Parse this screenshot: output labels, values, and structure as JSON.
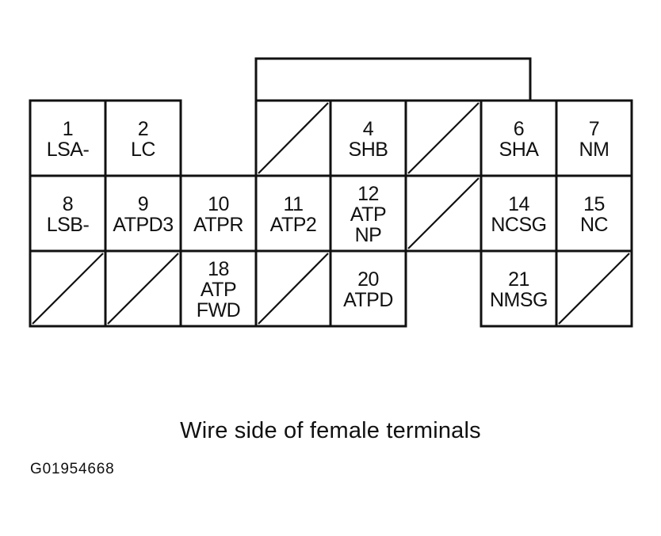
{
  "connector": {
    "cells": [
      {
        "row": 0,
        "col": 0,
        "lines": [
          "1",
          "LSA-"
        ]
      },
      {
        "row": 0,
        "col": 1,
        "lines": [
          "2",
          "LC"
        ]
      },
      {
        "row": 0,
        "col": 3,
        "empty": true
      },
      {
        "row": 0,
        "col": 4,
        "lines": [
          "4",
          "SHB"
        ]
      },
      {
        "row": 0,
        "col": 5,
        "empty": true
      },
      {
        "row": 0,
        "col": 6,
        "lines": [
          "6",
          "SHA"
        ]
      },
      {
        "row": 0,
        "col": 7,
        "lines": [
          "7",
          "NM"
        ]
      },
      {
        "row": 1,
        "col": 0,
        "lines": [
          "8",
          "LSB-"
        ]
      },
      {
        "row": 1,
        "col": 1,
        "lines": [
          "9",
          "ATPD3"
        ]
      },
      {
        "row": 1,
        "col": 2,
        "lines": [
          "10",
          "ATPR"
        ]
      },
      {
        "row": 1,
        "col": 3,
        "lines": [
          "11",
          "ATP2"
        ]
      },
      {
        "row": 1,
        "col": 4,
        "lines": [
          "12",
          "ATP",
          "NP"
        ]
      },
      {
        "row": 1,
        "col": 5,
        "empty": true
      },
      {
        "row": 1,
        "col": 6,
        "lines": [
          "14",
          "NCSG"
        ]
      },
      {
        "row": 1,
        "col": 7,
        "lines": [
          "15",
          "NC"
        ]
      },
      {
        "row": 2,
        "col": 0,
        "empty": true
      },
      {
        "row": 2,
        "col": 1,
        "empty": true
      },
      {
        "row": 2,
        "col": 2,
        "lines": [
          "18",
          "ATP",
          "FWD"
        ]
      },
      {
        "row": 2,
        "col": 3,
        "empty": true
      },
      {
        "row": 2,
        "col": 4,
        "lines": [
          "20",
          "ATPD"
        ]
      },
      {
        "row": 2,
        "col": 6,
        "lines": [
          "21",
          "NMSG"
        ]
      },
      {
        "row": 2,
        "col": 7,
        "empty": true
      }
    ]
  },
  "caption": "Wire side of female terminals",
  "figure_id": "G01954668"
}
